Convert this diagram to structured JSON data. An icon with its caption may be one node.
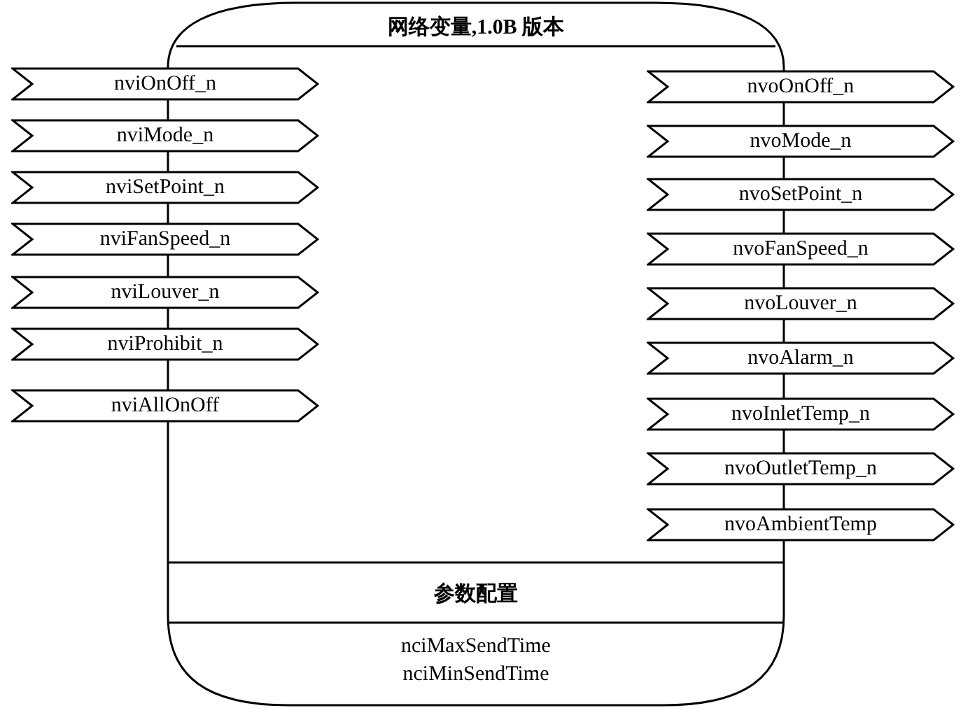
{
  "diagram": {
    "nodes": [
      {
        "text": [
          "网络变量,1.0B 版本",
          "参数配置",
          "nciMaxSendTime",
          "nciMinSendTime"
        ]
      },
      {
        "text": [
          "nviOnOff_n"
        ]
      },
      {
        "text": [
          "nviMode_n"
        ]
      },
      {
        "text": [
          "nviSetPoint_n"
        ]
      },
      {
        "text": [
          "nviFanSpeed_n"
        ]
      },
      {
        "text": [
          "nviLouver_n"
        ]
      },
      {
        "text": [
          "nviProhibit_n"
        ]
      },
      {
        "text": [
          "nviAllOnOff"
        ]
      },
      {
        "text": [
          "nvoOnOff_n"
        ]
      },
      {
        "text": [
          "nvoMode_n"
        ]
      },
      {
        "text": [
          "nvoSetPoint_n"
        ]
      },
      {
        "text": [
          "nvoFanSpeed_n"
        ]
      },
      {
        "text": [
          "nvoLouver_n"
        ]
      },
      {
        "text": [
          "nvoAlarm_n"
        ]
      },
      {
        "text": [
          "nvoInletTemp_n"
        ]
      },
      {
        "text": [
          "nvoOutletTemp_n"
        ]
      },
      {
        "text": [
          "nvoAmbientTemp"
        ]
      }
    ]
  }
}
